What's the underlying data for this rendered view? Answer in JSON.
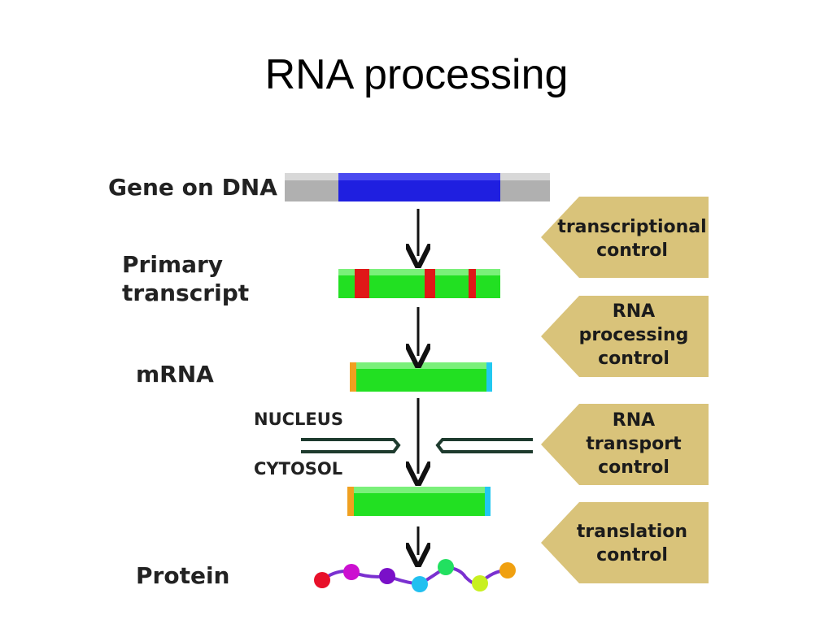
{
  "title": "RNA processing",
  "stages": {
    "gene": "Gene on DNA",
    "primary_line1": "Primary",
    "primary_line2": "transcript",
    "mrna": "mRNA",
    "protein": "Protein"
  },
  "compartments": {
    "nucleus": "NUCLEUS",
    "cytosol": "CYTOSOL"
  },
  "controls": [
    {
      "lines": [
        "transcriptional",
        "control"
      ]
    },
    {
      "lines": [
        "RNA",
        "processing",
        "control"
      ]
    },
    {
      "lines": [
        "RNA",
        "transport",
        "control"
      ]
    },
    {
      "lines": [
        "translation",
        "control"
      ]
    }
  ],
  "colors": {
    "dna_gray": "#b0b0b0",
    "dna_blue": "#1f1fe0",
    "transcript_green": "#22e022",
    "intron_red": "#e01818",
    "cap_orange": "#f0a020",
    "tail_cyan": "#22c8f0",
    "control_tag": "#d9c37a",
    "membrane": "#1e3b2e",
    "protein_beads": [
      "#e8102a",
      "#cc10d0",
      "#7a10c8",
      "#22c0f0",
      "#22e060",
      "#c8f020",
      "#f0a010"
    ]
  }
}
